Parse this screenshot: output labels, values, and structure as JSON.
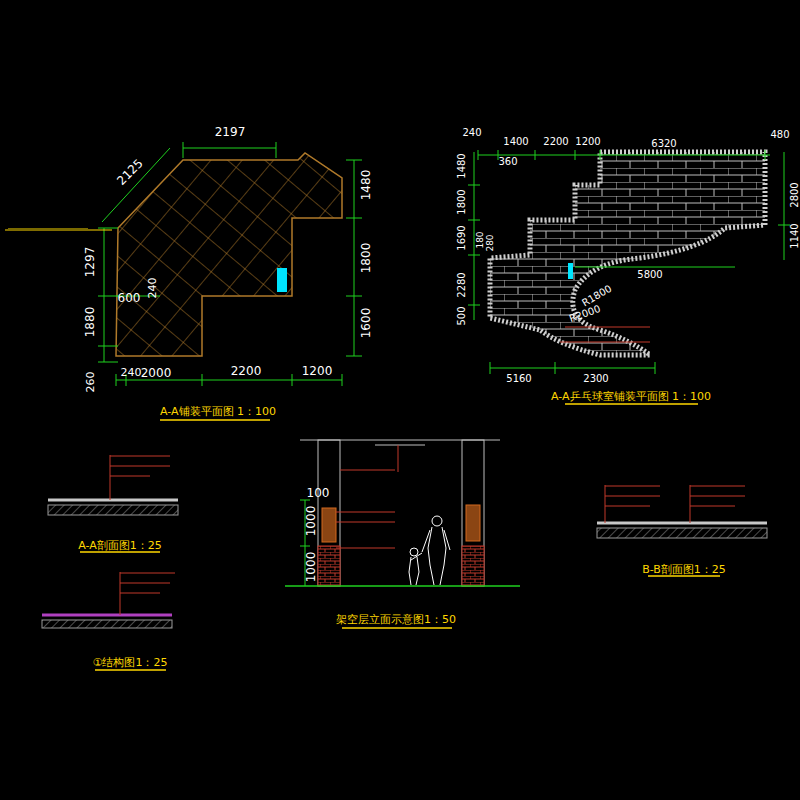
{
  "diagram": {
    "labels": [
      "2197",
      "2125",
      "1480",
      "1297",
      "1800",
      "600",
      "240",
      "1880",
      "1600",
      "260",
      "240",
      "2000",
      "2200",
      "1200",
      "A-A铺装平面图 1：100",
      "240",
      "1400",
      "2200",
      "1200",
      "6320",
      "480",
      "360",
      "1480",
      "1800",
      "2800",
      "1690",
      "180",
      "280",
      "1140",
      "2280",
      "5800",
      "R1800",
      "R2000",
      "500",
      "5160",
      "2300",
      "A-A乒乓球室铺装平面图 1：100",
      "100",
      "1000",
      "1000",
      "架空层立面示意图1：50",
      "A-A剖面图1：25",
      "①结构图1：25",
      "B-B剖面图1：25"
    ]
  }
}
